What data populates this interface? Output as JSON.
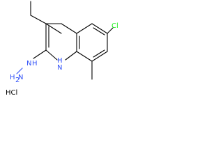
{
  "molecule": {
    "labels": {
      "chlorine": "Cl",
      "ring_nh": "H",
      "ring_n": "N",
      "hydrazine_n1": "N",
      "hydrazine_h1": "H",
      "hydrazine_n2": "N",
      "hydrazine_h2": "H",
      "hydrazine_h2_count": "2",
      "salt": "HCl"
    },
    "colors": {
      "carbon_bond": "#000000",
      "nitrogen": "#3050f8",
      "chlorine": "#1ff01f",
      "salt": "#000000"
    }
  }
}
